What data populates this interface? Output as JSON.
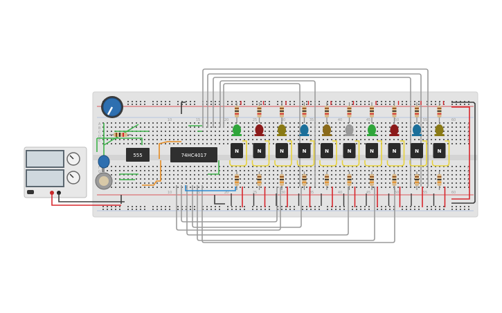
{
  "circuit": {
    "chips": [
      {
        "name": "timer-chip",
        "label": "555"
      },
      {
        "name": "counter-chip",
        "label": "74HC4017"
      }
    ],
    "transistor_label": "N",
    "transistor_count": 10,
    "led_colors": [
      "#2fa53a",
      "#8b1a1a",
      "#8a7a16",
      "#1b6f9a",
      "#8a6a1a",
      "#9a9a9a",
      "#2fa53a",
      "#8b1a1a",
      "#1b6f9a",
      "#8a7a16"
    ],
    "column_numbers": [
      "10",
      "15",
      "20",
      "25",
      "30",
      "35",
      "40",
      "45",
      "50",
      "55",
      "60"
    ],
    "row_letters_top": [
      "A",
      "B",
      "C",
      "D",
      "E"
    ],
    "row_letters_bottom": [
      "F",
      "G",
      "H",
      "I",
      "J"
    ],
    "power_supply": {
      "name": "bench-power-supply"
    },
    "colors": {
      "board": "#e3e3e3",
      "wire_gray": "#9b9b9b",
      "wire_red": "#d7262c",
      "wire_black": "#3a3a3a",
      "wire_green": "#3db34a",
      "wire_orange": "#e58a1f",
      "wire_blue": "#2a8ad3",
      "wire_yellow": "#e8d33a",
      "chip": "#2f2f2f",
      "transistor": "#2a2a2a"
    }
  }
}
